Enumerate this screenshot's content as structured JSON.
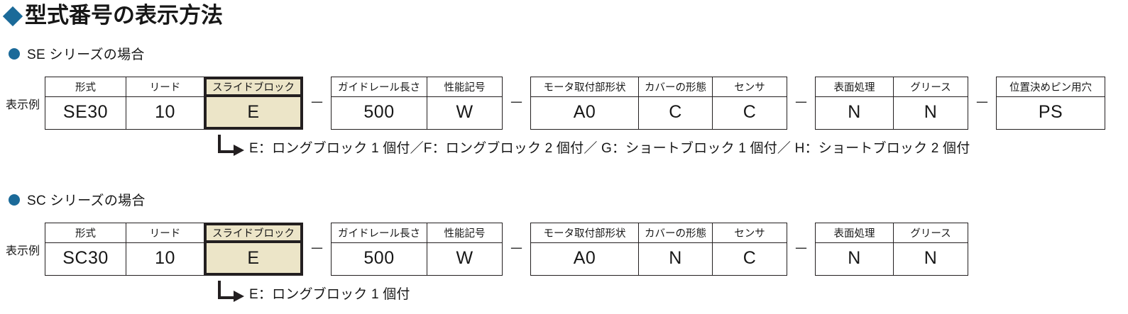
{
  "title": {
    "text": "型式番号の表示方法",
    "bullet_icon": "diamond-icon",
    "color": "#1b6a99"
  },
  "colors": {
    "accent": "#1b6a99",
    "highlight": "#ece5c8",
    "line": "#231f20",
    "text": "#171717"
  },
  "sections": [
    {
      "heading": "SE シリーズの場合",
      "example_label": "表示例",
      "groups": [
        {
          "columns": [
            {
              "header": "形式",
              "value": "SE30",
              "highlight": false
            },
            {
              "header": "リード",
              "value": "10",
              "highlight": false
            },
            {
              "header": "スライドブロック",
              "value": "E",
              "highlight": true
            }
          ]
        },
        {
          "columns": [
            {
              "header": "ガイドレール長さ",
              "value": "500",
              "highlight": false
            },
            {
              "header": "性能記号",
              "value": "W",
              "highlight": false
            }
          ]
        },
        {
          "columns": [
            {
              "header": "モータ取付部形状",
              "value": "A0",
              "highlight": false
            },
            {
              "header": "カバーの形態",
              "value": "C",
              "highlight": false
            },
            {
              "header": "センサ",
              "value": "C",
              "highlight": false
            }
          ]
        },
        {
          "columns": [
            {
              "header": "表面処理",
              "value": "N",
              "highlight": false
            },
            {
              "header": "グリース",
              "value": "N",
              "highlight": false
            }
          ]
        },
        {
          "columns": [
            {
              "header": "位置決めピン用穴",
              "value": "PS",
              "highlight": false
            }
          ]
        }
      ],
      "separator": "－",
      "note": "E：ロングブロック 1 個付／F：ロングブロック 2 個付／ G：ショートブロック 1 個付／ H：ショートブロック 2 個付"
    },
    {
      "heading": "SC シリーズの場合",
      "example_label": "表示例",
      "groups": [
        {
          "columns": [
            {
              "header": "形式",
              "value": "SC30",
              "highlight": false
            },
            {
              "header": "リード",
              "value": "10",
              "highlight": false
            },
            {
              "header": "スライドブロック",
              "value": "E",
              "highlight": true
            }
          ]
        },
        {
          "columns": [
            {
              "header": "ガイドレール長さ",
              "value": "500",
              "highlight": false
            },
            {
              "header": "性能記号",
              "value": "W",
              "highlight": false
            }
          ]
        },
        {
          "columns": [
            {
              "header": "モータ取付部形状",
              "value": "A0",
              "highlight": false
            },
            {
              "header": "カバーの形態",
              "value": "N",
              "highlight": false
            },
            {
              "header": "センサ",
              "value": "C",
              "highlight": false
            }
          ]
        },
        {
          "columns": [
            {
              "header": "表面処理",
              "value": "N",
              "highlight": false
            },
            {
              "header": "グリース",
              "value": "N",
              "highlight": false
            }
          ]
        }
      ],
      "separator": "－",
      "note": "E：ロングブロック 1 個付"
    }
  ]
}
